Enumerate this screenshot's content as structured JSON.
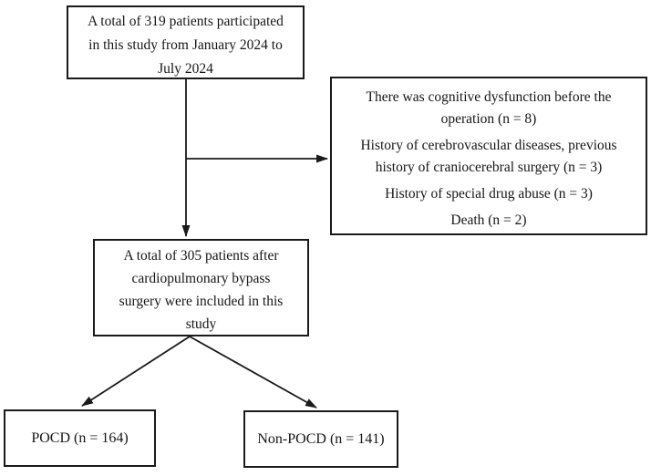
{
  "colors": {
    "background": "#ffffff",
    "line": "#1a1a1a",
    "text": "#161616"
  },
  "boxes": {
    "enrollment": {
      "lines": [
        "A total of 319 patients participated",
        "in this study from January 2024 to",
        "July 2024"
      ]
    },
    "exclusions": {
      "items": [
        {
          "lines": [
            "There was cognitive dysfunction before the",
            "operation (n = 8)"
          ]
        },
        {
          "lines": [
            "History of cerebrovascular diseases, previous",
            "history of craniocerebral surgery (n = 3)"
          ]
        },
        {
          "lines": [
            "History of special drug abuse (n = 3)"
          ]
        },
        {
          "lines": [
            "Death (n = 2)"
          ]
        }
      ]
    },
    "included": {
      "lines": [
        "A total of 305 patients after",
        "cardiopulmonary bypass",
        "surgery were included in this",
        "study"
      ]
    },
    "pocd": {
      "label": "POCD (n = 164)"
    },
    "non_pocd": {
      "label": "Non-POCD (n = 141)"
    }
  }
}
